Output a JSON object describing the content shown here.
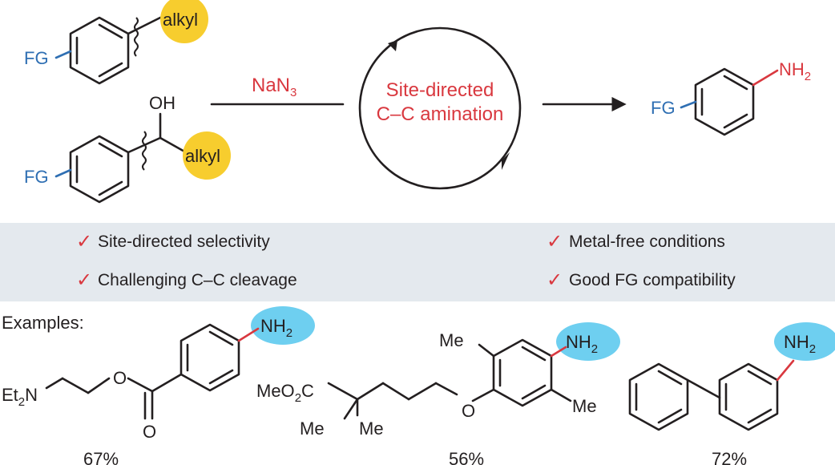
{
  "reaction": {
    "reagent": "NaN",
    "reagent_subscript": "3",
    "cycle_label_line1": "Site-directed",
    "cycle_label_line2": "C–C amination"
  },
  "substrates": {
    "fg_label": "FG",
    "alkyl_label": "alkyl",
    "oh_label": "OH"
  },
  "product": {
    "fg_label": "FG",
    "nh2_label": "NH",
    "nh2_subscript": "2"
  },
  "colors": {
    "red": "#d9383f",
    "blue": "#2f6fb3",
    "panel": "#e4e9ee",
    "yellow": "#f7cd2e",
    "cyan": "#6ecff0"
  },
  "features": [
    {
      "check": "✓",
      "text": "Site-directed selectivity"
    },
    {
      "check": "✓",
      "text": "Metal-free conditions"
    },
    {
      "check": "✓",
      "text": "Challenging C–C cleavage"
    },
    {
      "check": "✓",
      "text": "Good FG compatibility"
    }
  ],
  "examples": {
    "heading": "Examples:",
    "items": [
      {
        "yield": "67%",
        "nh2": "NH",
        "nh2_sub": "2",
        "amine": "Et",
        "amine_sub": "2",
        "amine_n": "N",
        "o_ester": "O",
        "o_carbonyl": "O"
      },
      {
        "yield": "56%",
        "nh2": "NH",
        "nh2_sub": "2",
        "me_top": "Me",
        "me_right": "Me",
        "me_a": "Me",
        "me_b": "Me",
        "ester_a": "MeO",
        "ester_sub": "2",
        "ester_b": "C",
        "o_ether": "O"
      },
      {
        "yield": "72%",
        "nh2": "NH",
        "nh2_sub": "2"
      }
    ]
  }
}
